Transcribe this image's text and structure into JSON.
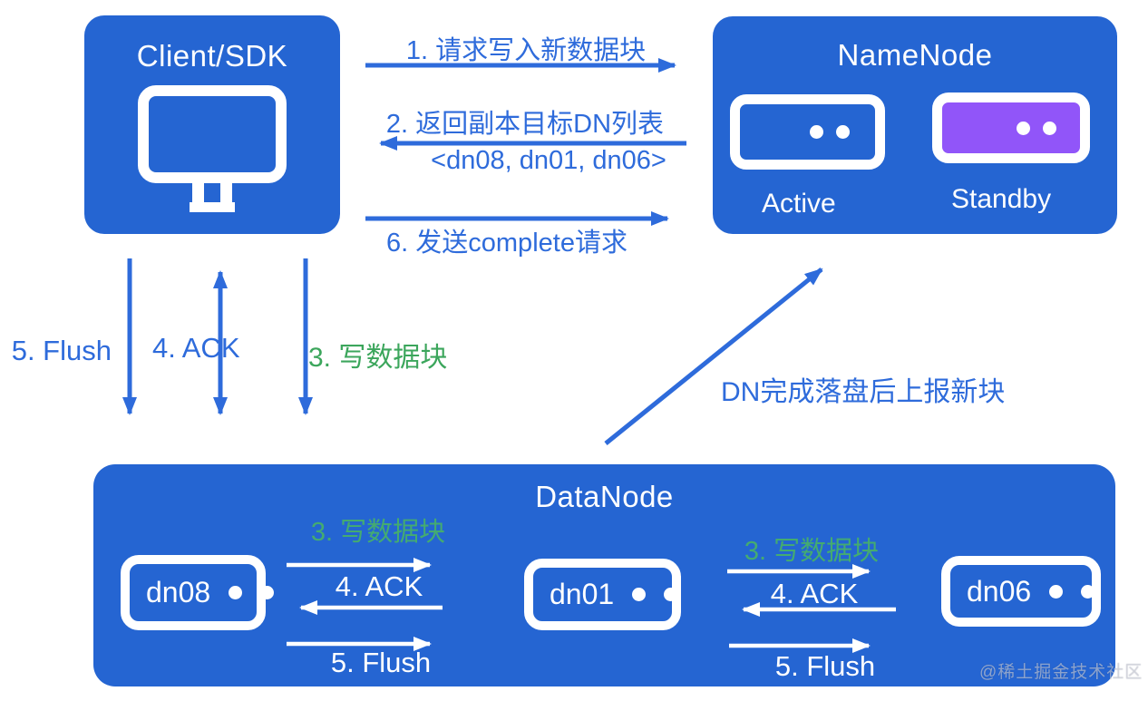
{
  "colors": {
    "node_blue": "#2565d2",
    "arrow_blue": "#2e6bdb",
    "standby_purple": "#9155f9",
    "green_on_white": "#3ca65c",
    "green_on_blue": "#44ab71",
    "white": "#ffffff"
  },
  "client": {
    "title": "Client/SDK"
  },
  "namenode": {
    "title": "NameNode",
    "active_label": "Active",
    "standby_label": "Standby"
  },
  "flows_top": {
    "step1": "1. 请求写入新数据块",
    "step2": "2. 返回副本目标DN列表",
    "step2_detail": "<dn08, dn01, dn06>",
    "step6": "6. 发送complete请求"
  },
  "flows_client_datanode": {
    "flush": "5. Flush",
    "ack": "4. ACK",
    "write": "3. 写数据块"
  },
  "report_label": "DN完成落盘后上报新块",
  "datanode": {
    "title": "DataNode",
    "nodes": [
      {
        "name": "dn08"
      },
      {
        "name": "dn01"
      },
      {
        "name": "dn06"
      }
    ],
    "pipeline": [
      {
        "write": "3. 写数据块",
        "ack": "4. ACK",
        "flush": "5. Flush"
      },
      {
        "write": "3. 写数据块",
        "ack": "4. ACK",
        "flush": "5. Flush"
      }
    ]
  },
  "watermark": "@稀土掘金技术社区"
}
